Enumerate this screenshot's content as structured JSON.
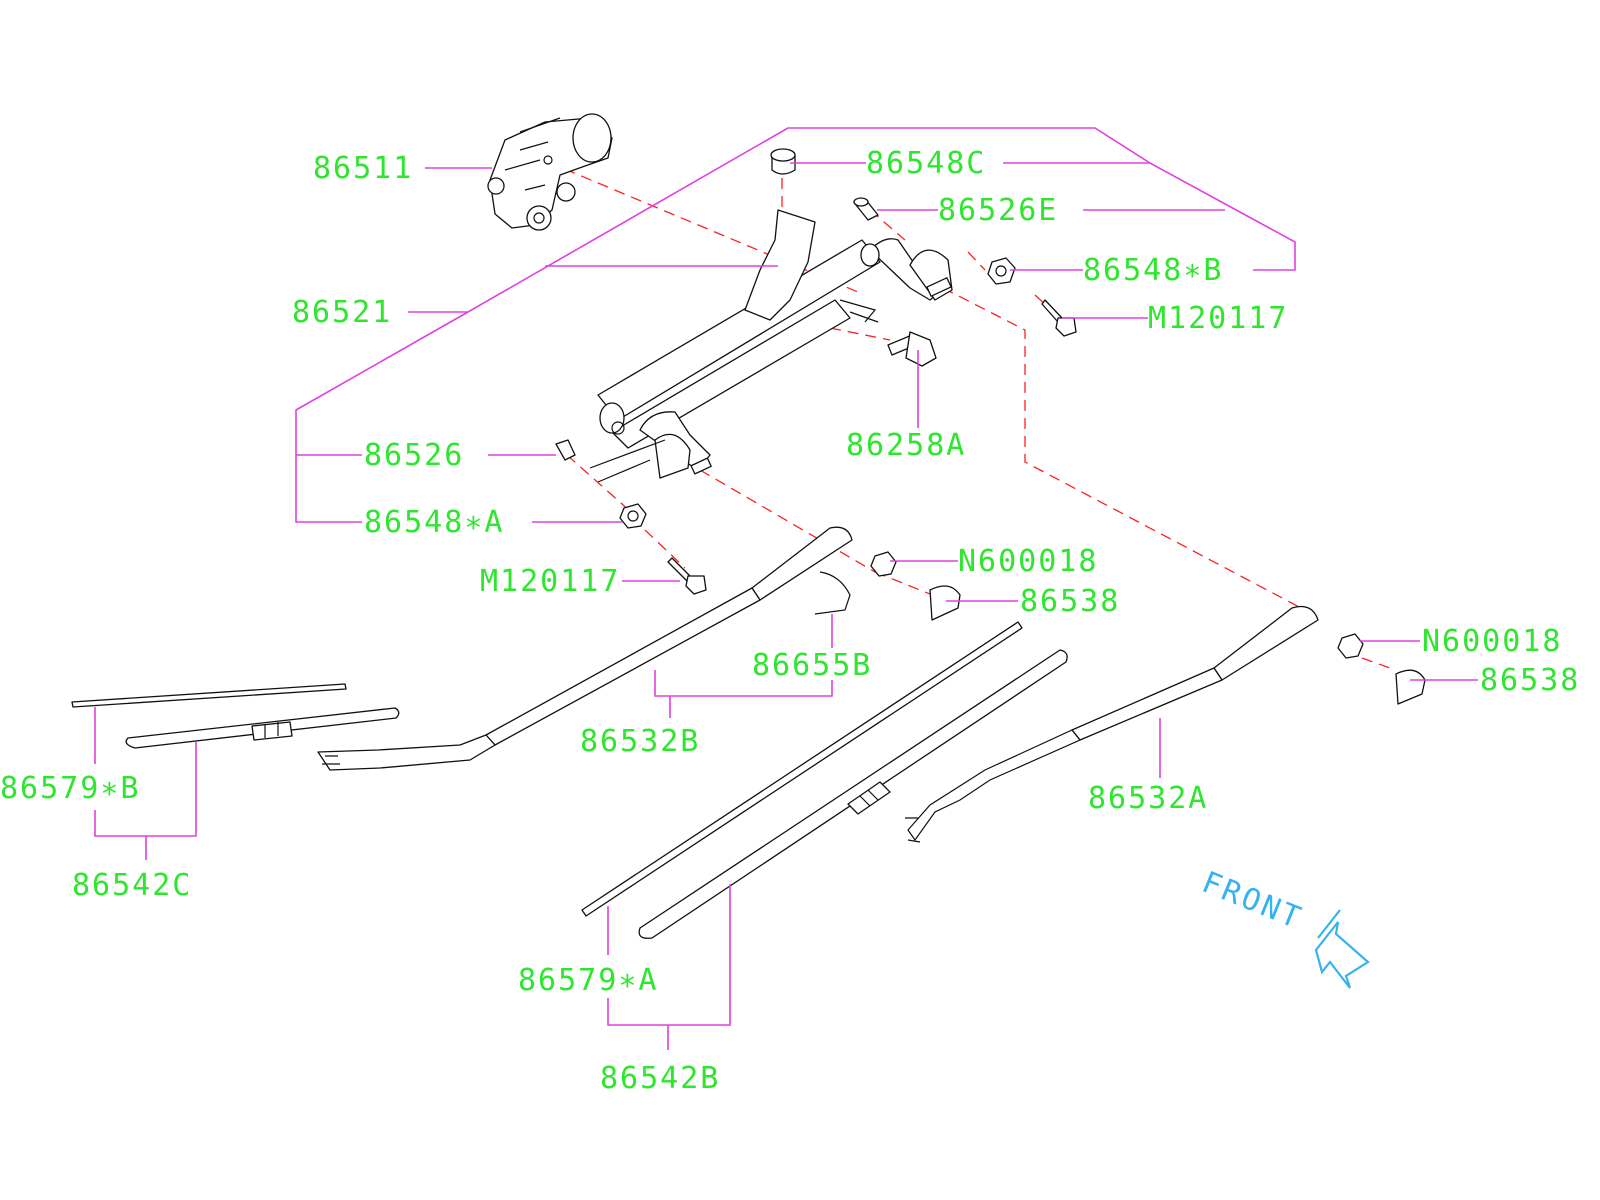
{
  "labels": {
    "p86511": "86511",
    "p86548C": "86548C",
    "p86526E": "86526E",
    "p86548B": "86548∗B",
    "pM120117_right": "M120117",
    "p86521": "86521",
    "p86258A": "86258A",
    "p86526": "86526",
    "p86548A": "86548∗A",
    "pM120117_left": "M120117",
    "pN600018_left": "N600018",
    "p86538_left": "86538",
    "p86655B": "86655B",
    "p86532B": "86532B",
    "pN600018_right": "N600018",
    "p86538_right": "86538",
    "p86579B": "86579∗B",
    "p86542C": "86542C",
    "p86532A": "86532A",
    "p86579A": "86579∗A",
    "p86542B": "86542B"
  },
  "orientation": {
    "text": "FRONT",
    "icon": "front-direction-arrow-icon"
  },
  "colors": {
    "part_number": "#2ee62e",
    "leader_line": "#e040e0",
    "assembly_line": "#ff2020",
    "orientation": "#35b3f0",
    "part_outline": "#111111"
  }
}
